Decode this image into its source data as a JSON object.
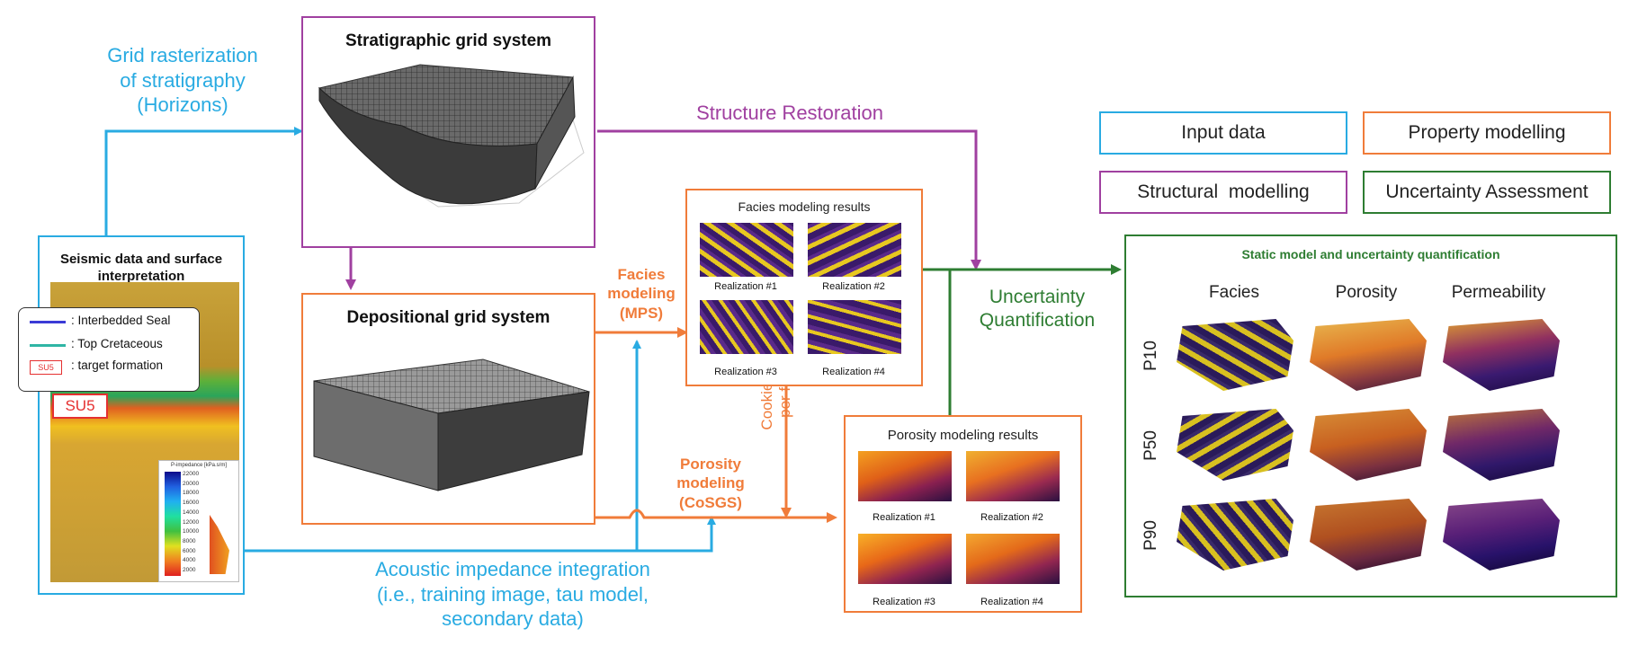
{
  "colors": {
    "input": "#29ABE2",
    "structural": "#A040A0",
    "property": "#F07C3A",
    "uncertainty": "#2E7D32"
  },
  "labels": {
    "grid_rasterization": [
      "Grid rasterization",
      "of stratigraphy",
      "(Horizons)"
    ],
    "structure_restoration": "Structure Restoration",
    "facies_modeling": [
      "Facies",
      "modeling",
      "(MPS)"
    ],
    "porosity_modeling": [
      "Porosity",
      "modeling",
      "(CoSGS)"
    ],
    "cookie_cutter": [
      "Cookie-cutter",
      "per facies"
    ],
    "uncertainty_quantification": [
      "Uncertainty",
      "Quantification"
    ],
    "acoustic_impedance": [
      "Acoustic impedance integration",
      "(i.e., training image, tau model,",
      "secondary data)"
    ]
  },
  "stratigraphic": {
    "title": "Stratigraphic grid system"
  },
  "depositional": {
    "title": "Depositional grid system"
  },
  "seismic": {
    "title": [
      "Seismic data and surface",
      "interpretation"
    ],
    "legend": [
      {
        "text": ": Interbedded Seal",
        "color": "#3b3bd6"
      },
      {
        "text": ": Top Cretaceous",
        "color": "#2fb5a5"
      },
      {
        "text": ": target formation",
        "badge": "SU5"
      }
    ],
    "su5_label": "SU5",
    "colorbar_title": "P-impedance [kPa.s/m]",
    "colorbar_ticks": [
      "22000",
      "20000",
      "18000",
      "16000",
      "14000",
      "12000",
      "10000",
      "8000",
      "6000",
      "4000",
      "2000"
    ]
  },
  "facies": {
    "title": "Facies modeling results",
    "realizations": [
      "Realization #1",
      "Realization #2",
      "Realization #3",
      "Realization #4"
    ]
  },
  "porosity": {
    "title": "Porosity modeling results",
    "realizations": [
      "Realization #1",
      "Realization #2",
      "Realization #3",
      "Realization #4"
    ]
  },
  "legend": {
    "input": "Input data",
    "property": "Property modelling",
    "structural": "Structural  modelling",
    "uncertainty": "Uncertainty Assessment"
  },
  "static_model": {
    "title": "Static model and uncertainty quantification",
    "columns": [
      "Facies",
      "Porosity",
      "Permeability"
    ],
    "rows": [
      "P10",
      "P50",
      "P90"
    ]
  }
}
